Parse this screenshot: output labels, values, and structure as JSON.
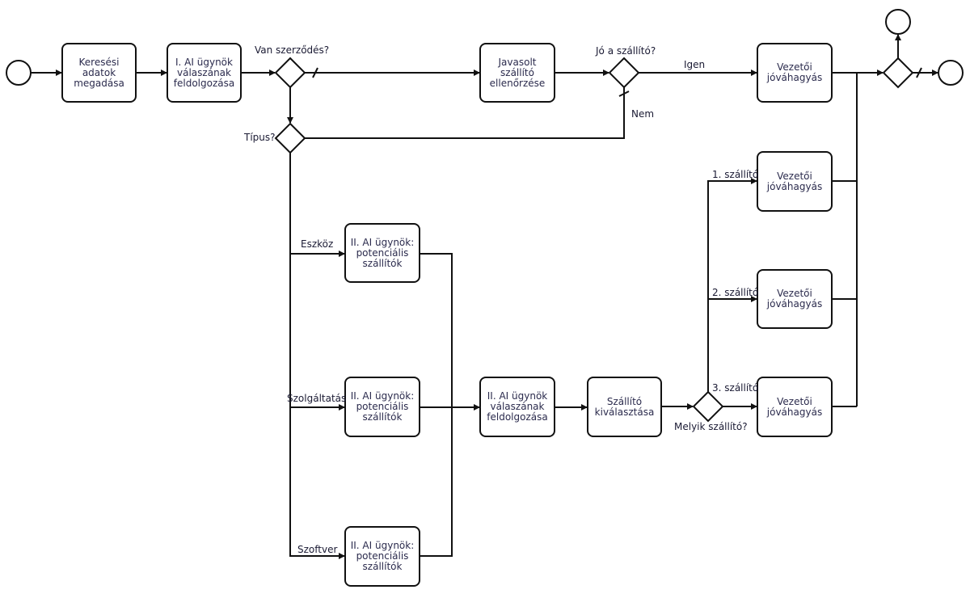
{
  "tasks": {
    "t_search": "Keresési adatok megadása",
    "t_ai1": "I. AI ügynök válaszának feldolgozása",
    "t_check": "Javasolt szállító ellenőrzése",
    "t_appr_top": "Vezetői jóváhagyás",
    "t_appr_1": "Vezetői jóváhagyás",
    "t_appr_2": "Vezetői jóváhagyás",
    "t_appr_3": "Vezetői jóváhagyás",
    "t_ai2_eszkoz": "II. AI ügynök: potenciális szállítók",
    "t_ai2_szolg": "II. AI ügynök: potenciális szállítók",
    "t_ai2_szoft": "II. AI ügynök: potenciális szállítók",
    "t_ai2_proc": "II. AI ügynök válaszának feldolgozása",
    "t_select": "Szállító kiválasztása"
  },
  "labels": {
    "van_szerzodes": "Van szerződés?",
    "jo_a_szallito": "Jó a szállító?",
    "igen": "Igen",
    "nem": "Nem",
    "tipus": "Típus?",
    "eszkoz": "Eszköz",
    "szolgaltatas": "Szolgáltatás",
    "szoftver": "Szoftver",
    "szallito_1": "1. szállító",
    "szallito_2": "2. szállító",
    "szallito_3": "3. szállító",
    "melyik_szallito": "Melyik szállító?"
  }
}
